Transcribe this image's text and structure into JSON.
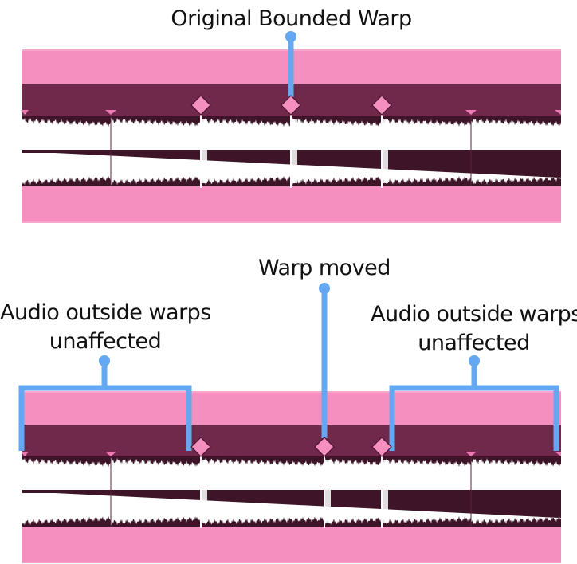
{
  "colors": {
    "pink": "#f48fbf",
    "pink_edge": "#f6a7cb",
    "maroon": "#70284b",
    "wave_bg": "#3d1428",
    "wave_white": "#ffffff",
    "marker": "#ee78b4",
    "warp_fill": "#f48fbf",
    "callout_blue": "#63a8f0"
  },
  "panel_top": {
    "title": "Original Bounded Warp"
  },
  "panel_bottom": {
    "title": "Warp moved",
    "left_note": {
      "line1": "Audio outside warps",
      "line2": "unaffected"
    },
    "right_note": {
      "line1": "Audio outside warps",
      "line2": "unaffected"
    }
  }
}
